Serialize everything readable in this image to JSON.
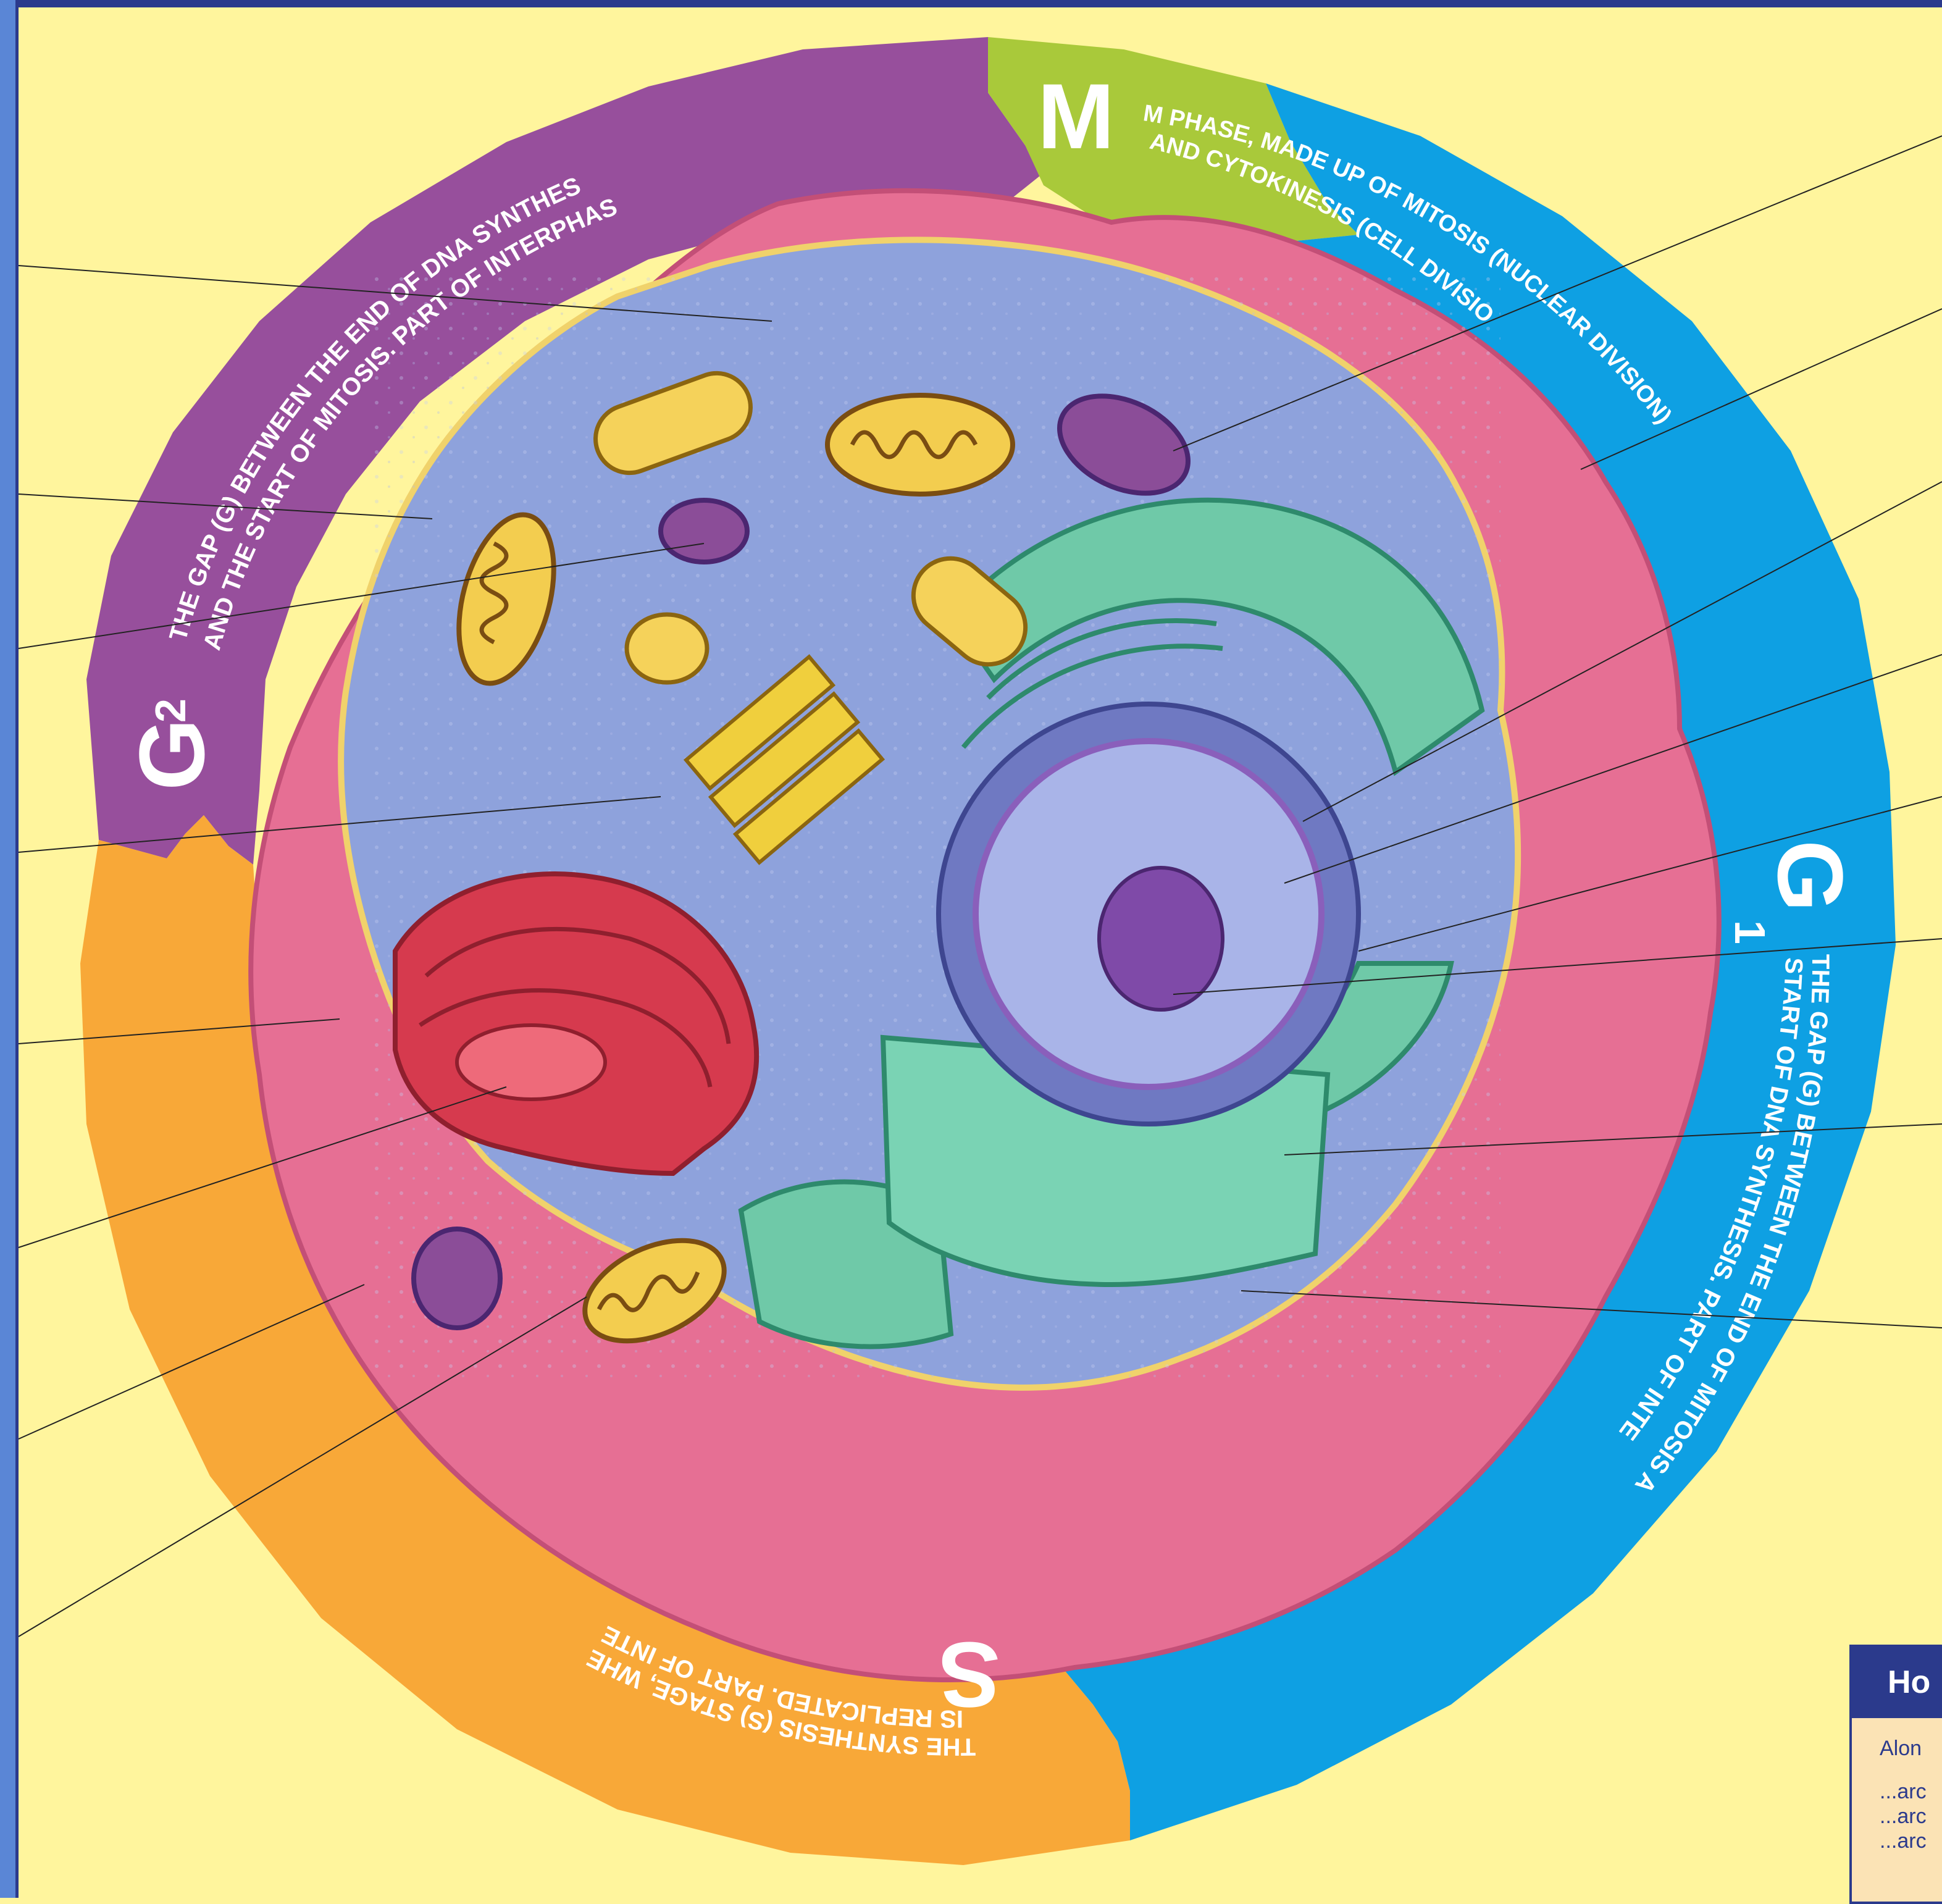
{
  "phases": {
    "m": {
      "letter": "M",
      "description_lines": [
        "M PHASE, MADE UP OF MITOSIS (NUCLEAR DIVISION)",
        "AND CYTOKINESIS (CELL DIVISION)."
      ],
      "color": "#a9c93a"
    },
    "g1": {
      "letter": "G",
      "subscript": "1",
      "description_lines": [
        "THE GAP (G) BETWEEN THE END OF MITOSIS AND THE",
        "START OF DNA SYNTHESIS. PART OF INTERPHASE."
      ],
      "color": "#0ea0e3"
    },
    "s": {
      "letter": "S",
      "description_lines": [
        "THE SYNTHESIS (S) STAGE, WHEN DNA",
        "IS REPLICATED. PART OF INTERPHASE."
      ],
      "color": "#f8a838"
    },
    "g2": {
      "letter": "G",
      "subscript": "2",
      "description_lines": [
        "THE GAP (G) BETWEEN THE END OF DNA SYNTHESIS",
        "AND THE START OF MITOSIS. PART OF INTERPHASE."
      ],
      "color": "#974f9c"
    }
  },
  "info_panel": {
    "title": "Ho",
    "lines": [
      "Alon",
      "...arc",
      "...arc",
      "...arc"
    ]
  },
  "colors": {
    "background": "#fff59d",
    "frame": "#2b3a8c",
    "cell_membrane": "#e66f94",
    "cytoplasm": "#8ea2dc",
    "nucleus": "#6f79c2",
    "nucleolus": "#7f4aa8",
    "golgi": "#d63a4e",
    "er": "#6fc9a8",
    "mitochondria": "#f3cd4f",
    "lysosome": "#8b4d98",
    "centrosome": "#f0cf3d"
  }
}
